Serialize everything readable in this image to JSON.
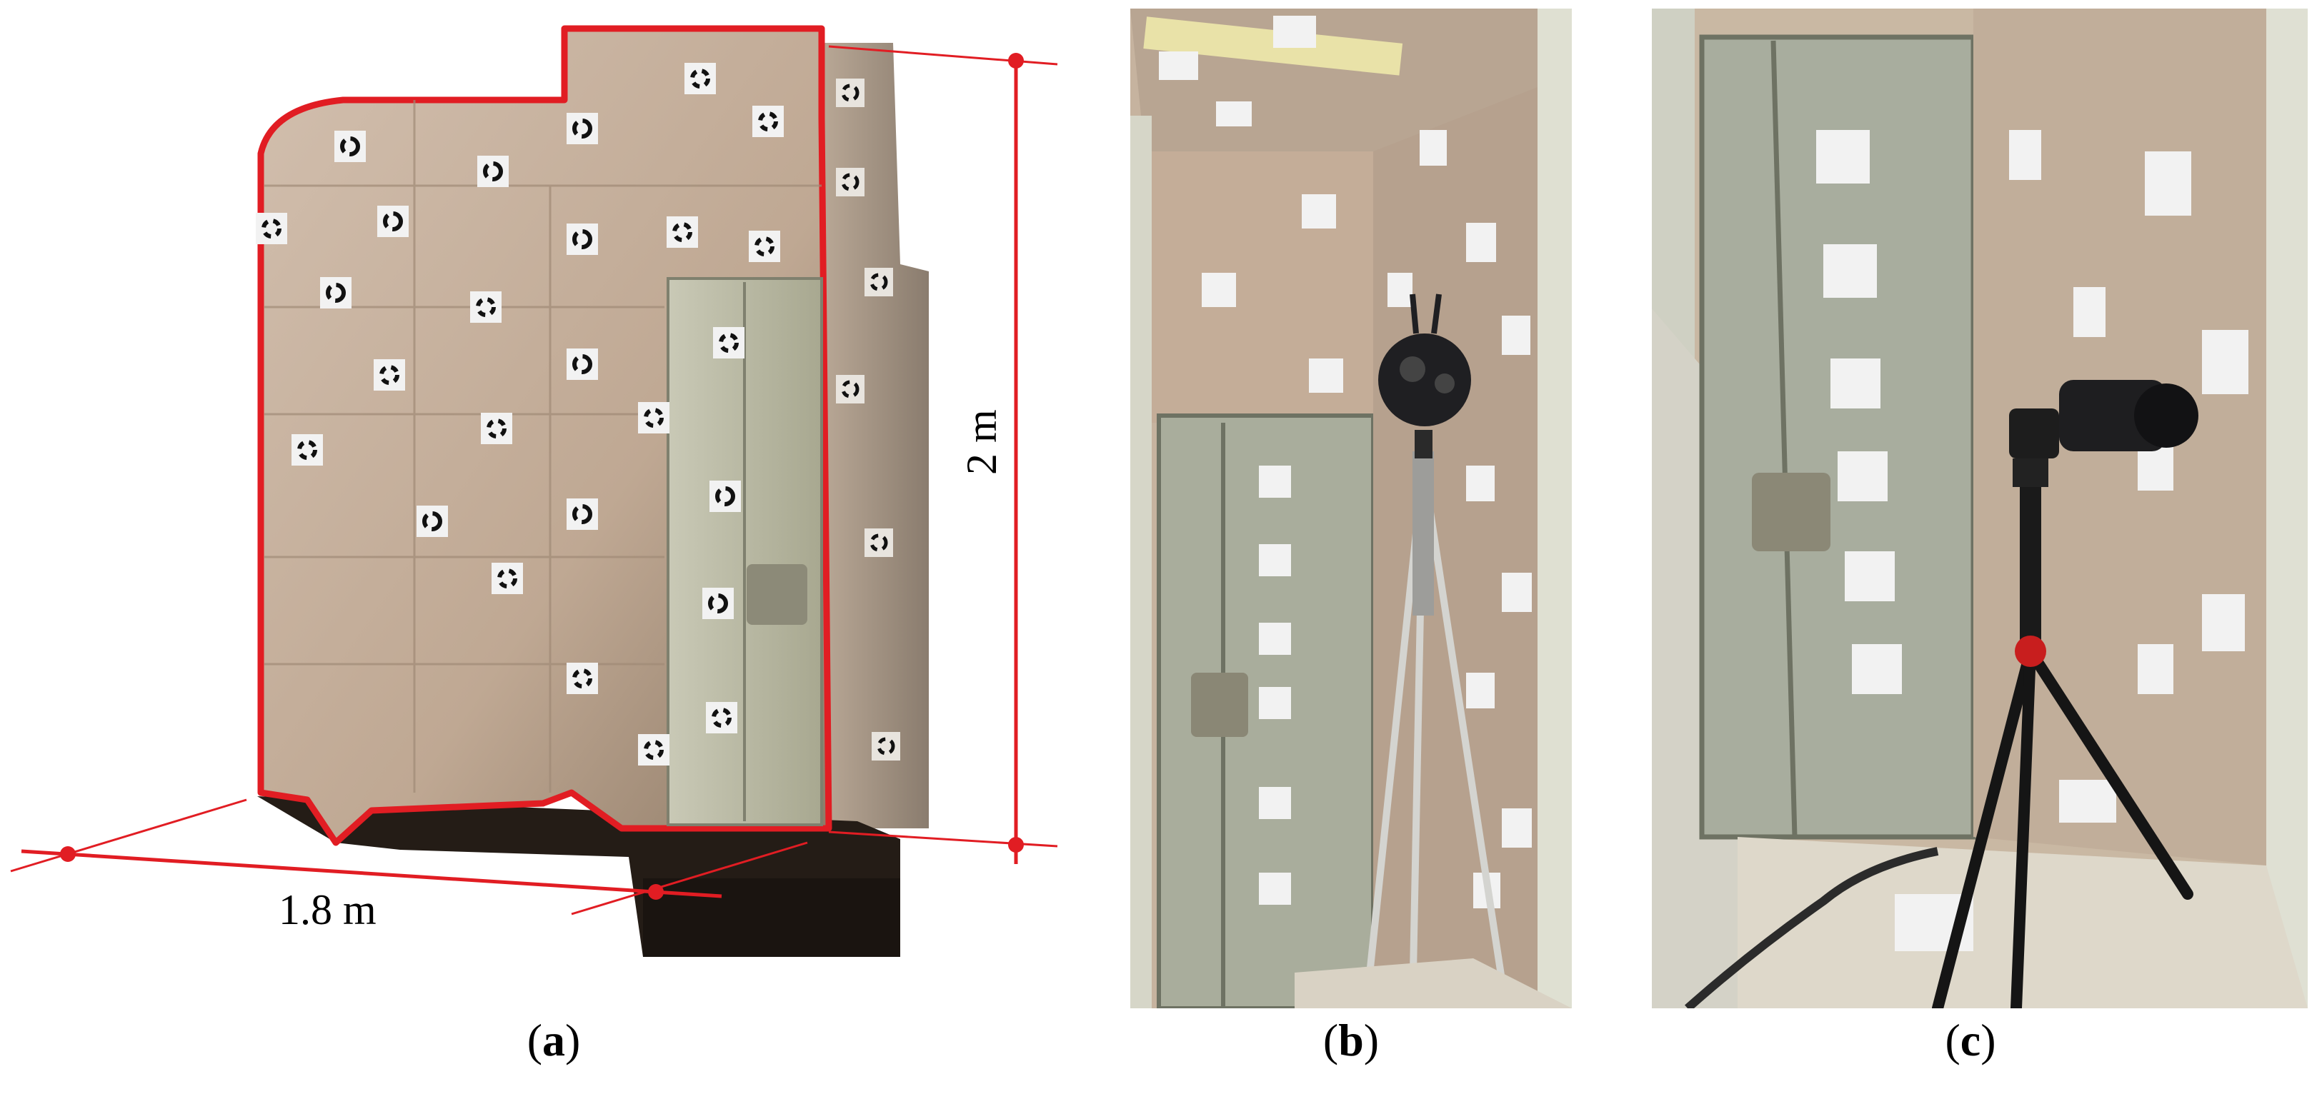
{
  "figure": {
    "panels": [
      {
        "id": "a",
        "label_open": "(",
        "letter": "a",
        "label_close": ")"
      },
      {
        "id": "b",
        "label_open": "(",
        "letter": "b",
        "label_close": ")"
      },
      {
        "id": "c",
        "label_open": "(",
        "letter": "c",
        "label_close": ")"
      }
    ],
    "dimensions": {
      "width_label": "1.8 m",
      "height_label": "2 m"
    },
    "colors": {
      "outline": "#e11d23",
      "wall": "#c8b4a0",
      "door": "#b9bca8",
      "target_bg": "#f2f2f2",
      "target_fg": "#111111"
    }
  }
}
